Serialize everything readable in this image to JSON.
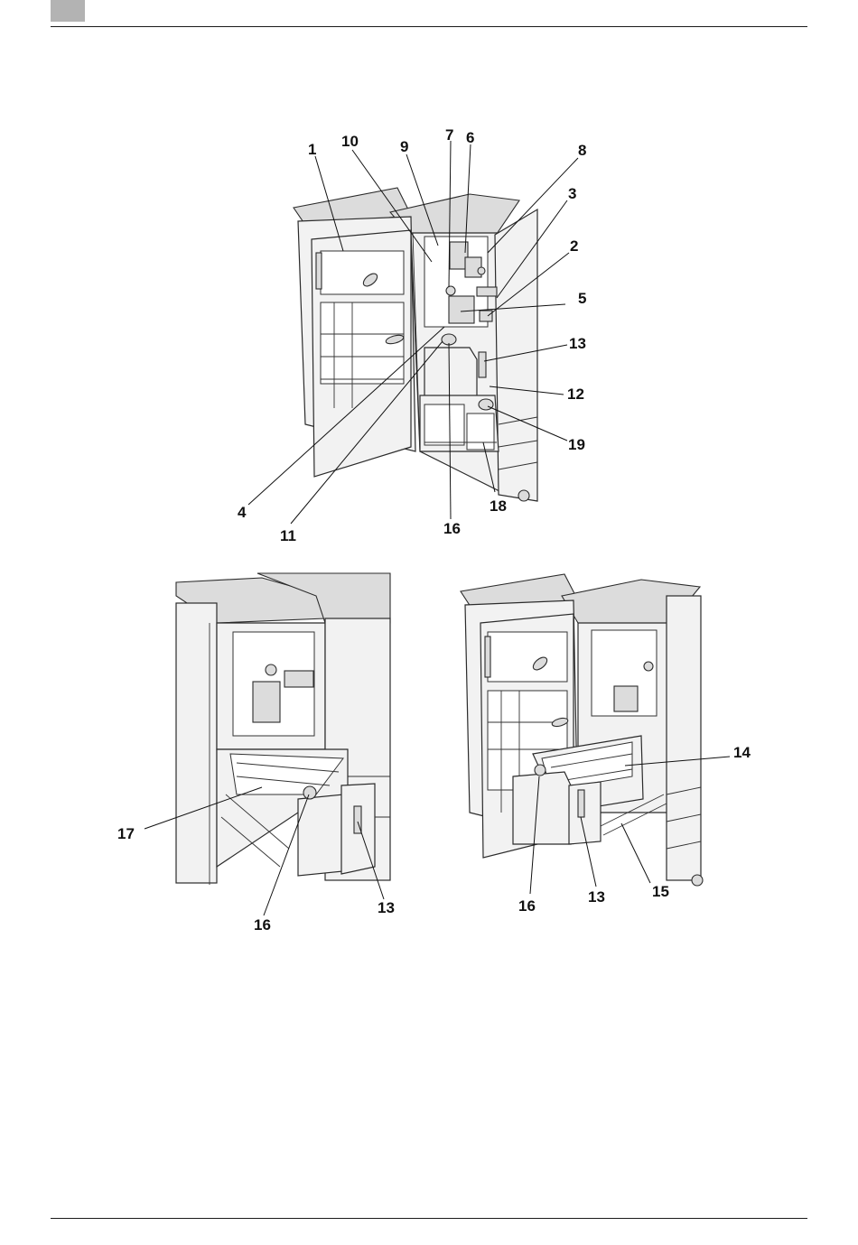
{
  "page": {
    "header_marker_color": "#b3b3b3"
  },
  "figure_top": {
    "callouts": [
      "1",
      "10",
      "9",
      "7",
      "6",
      "8",
      "3",
      "2",
      "5",
      "13",
      "12",
      "19",
      "18",
      "16",
      "11",
      "4"
    ]
  },
  "figure_bottom_left": {
    "callouts": [
      "17",
      "16",
      "13"
    ]
  },
  "figure_bottom_right": {
    "callouts": [
      "14",
      "15",
      "13",
      "16"
    ]
  }
}
